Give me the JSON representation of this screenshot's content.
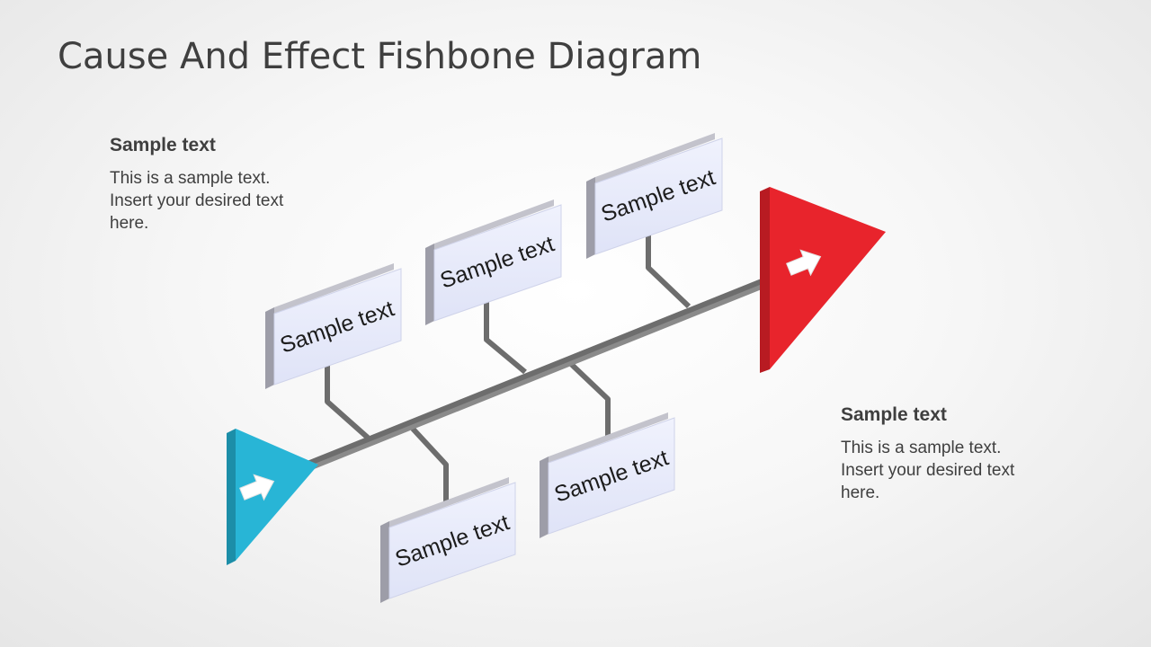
{
  "title": "Cause And Effect Fishbone Diagram",
  "notes": [
    {
      "heading": "Sample text",
      "lines": [
        "This is a sample text.",
        "Insert your desired text",
        "here."
      ]
    },
    {
      "heading": "Sample text",
      "lines": [
        "This is a sample text.",
        "Insert your desired text",
        "here."
      ]
    }
  ],
  "causes": {
    "top": [
      "Sample text",
      "Sample text",
      "Sample text"
    ],
    "bottom": [
      "Sample text",
      "Sample text"
    ]
  },
  "colors": {
    "head": "#e8242c",
    "head_shade": "#b81b22",
    "tail": "#28b5d6",
    "tail_shade": "#1c8ea8",
    "spine": "#6d6d6d",
    "box_face": "#e8ebfb",
    "box_side": "#a9a9b3"
  },
  "icons": {
    "tail": "arrow-right-icon",
    "head": "arrow-right-icon"
  }
}
